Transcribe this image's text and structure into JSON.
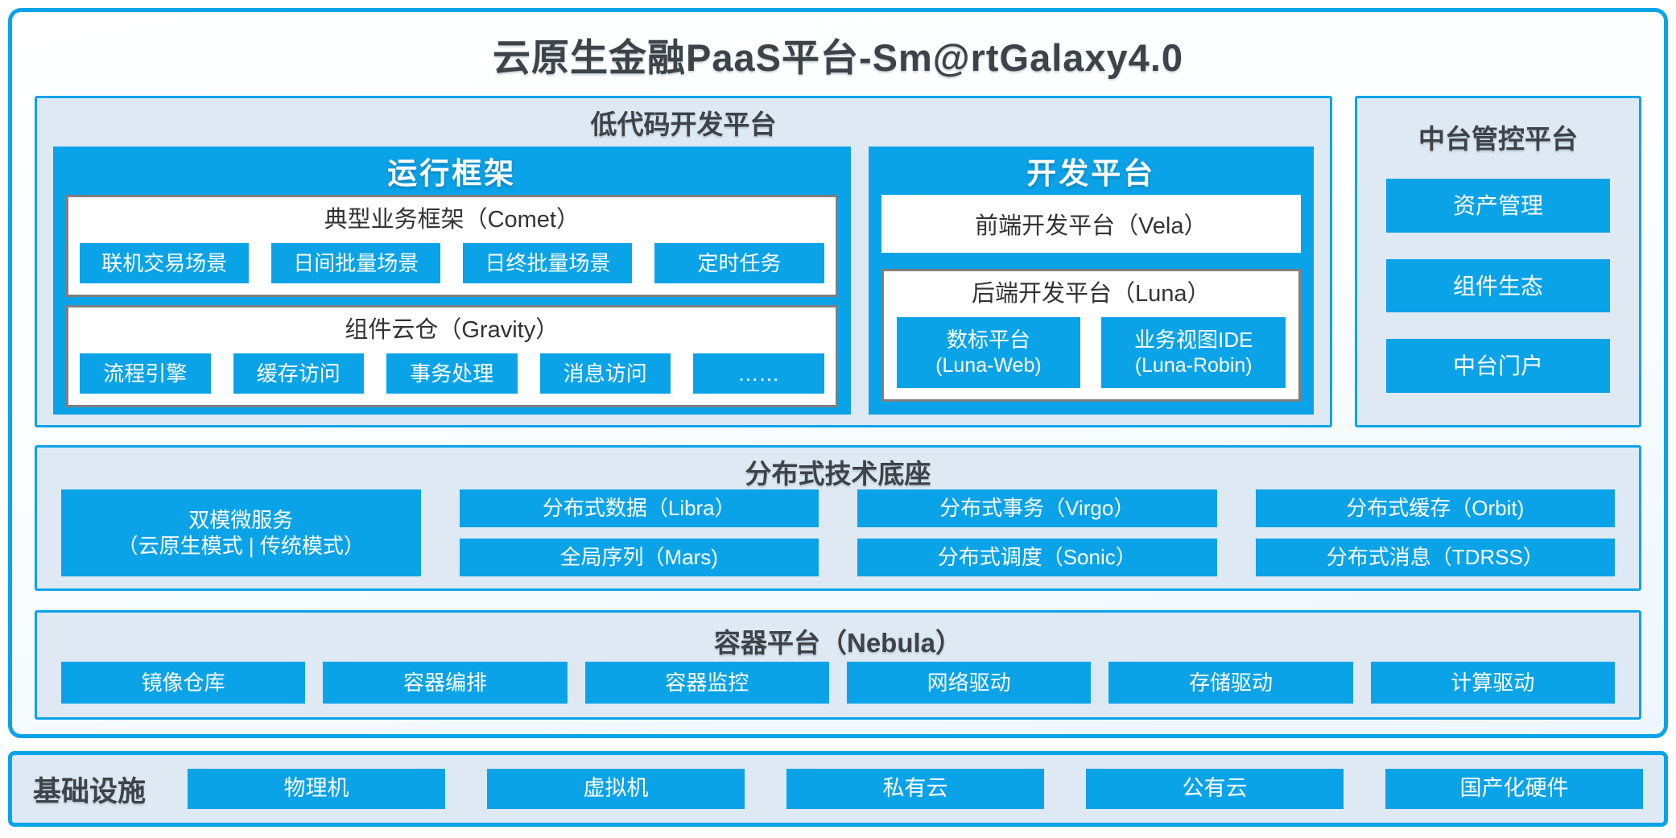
{
  "title": "云原生金融PaaS平台-Sm@rtGalaxy4.0",
  "colors": {
    "accent": "#0ba3e8",
    "panel_bg": "#dfe9f4",
    "dark_text": "#3d4348",
    "gray_border": "#7f7f7f",
    "button_text": "#ffffff"
  },
  "low_code": {
    "title": "低代码开发平台",
    "runtime": {
      "title": "运行框架",
      "comet": {
        "title": "典型业务框架（Comet）",
        "items": [
          "联机交易场景",
          "日间批量场景",
          "日终批量场景",
          "定时任务"
        ]
      },
      "gravity": {
        "title": "组件云仓（Gravity）",
        "items": [
          "流程引擎",
          "缓存访问",
          "事务处理",
          "消息访问",
          "……"
        ]
      }
    },
    "dev": {
      "title": "开发平台",
      "vela": "前端开发平台（Vela）",
      "luna": {
        "title": "后端开发平台（Luna）",
        "items": [
          {
            "line1": "数标平台",
            "line2": "(Luna-Web)"
          },
          {
            "line1": "业务视图IDE",
            "line2": "(Luna-Robin)"
          }
        ]
      }
    }
  },
  "mid_platform": {
    "title": "中台管控平台",
    "items": [
      "资产管理",
      "组件生态",
      "中台门户"
    ]
  },
  "distributed": {
    "title": "分布式技术底座",
    "dual_mode": {
      "line1": "双模微服务",
      "line2": "（云原生模式 | 传统模式）"
    },
    "columns": [
      [
        "分布式数据（Libra）",
        "全局序列（Mars)"
      ],
      [
        "分布式事务（Virgo）",
        "分布式调度（Sonic）"
      ],
      [
        "分布式缓存（Orbit)",
        "分布式消息（TDRSS）"
      ]
    ]
  },
  "container_platform": {
    "title": "容器平台（Nebula）",
    "items": [
      "镜像仓库",
      "容器编排",
      "容器监控",
      "网络驱动",
      "存储驱动",
      "计算驱动"
    ]
  },
  "infrastructure": {
    "title": "基础设施",
    "items": [
      "物理机",
      "虚拟机",
      "私有云",
      "公有云",
      "国产化硬件"
    ]
  }
}
